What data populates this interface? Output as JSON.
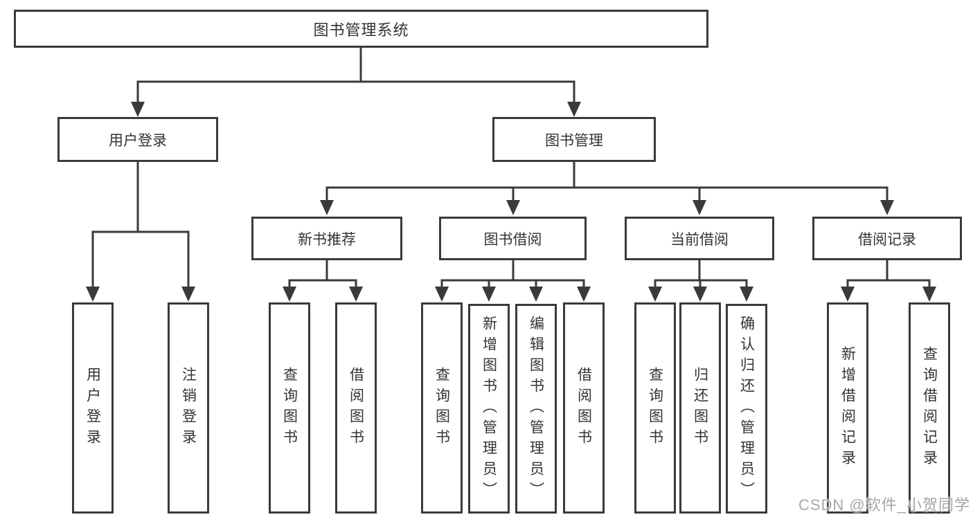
{
  "nodes": {
    "root": "图书管理系统",
    "user_login": "用户登录",
    "book_management": "图书管理",
    "new_book_recommend": "新书推荐",
    "book_borrow": "图书借阅",
    "current_borrow": "当前借阅",
    "borrow_record": "借阅记录",
    "ul_login": "用户登录",
    "ul_logout": "注销登录",
    "nb_query": "查询图书",
    "nb_borrow": "借阅图书",
    "bb_query": "查询图书",
    "bb_add": "新增图书（管理员）",
    "bb_edit": "编辑图书（管理员）",
    "bb_borrow": "借阅图书",
    "cb_query": "查询图书",
    "cb_return": "归还图书",
    "cb_confirm": "确认归还（管理员）",
    "rec_add": "新增借阅记录",
    "rec_query": "查询借阅记录"
  },
  "watermark": "CSDN @软件_小贺同学",
  "colors": {
    "line": "#3a3a3a",
    "text": "#333333",
    "background": "#ffffff",
    "watermark": "#a6a6a6"
  }
}
